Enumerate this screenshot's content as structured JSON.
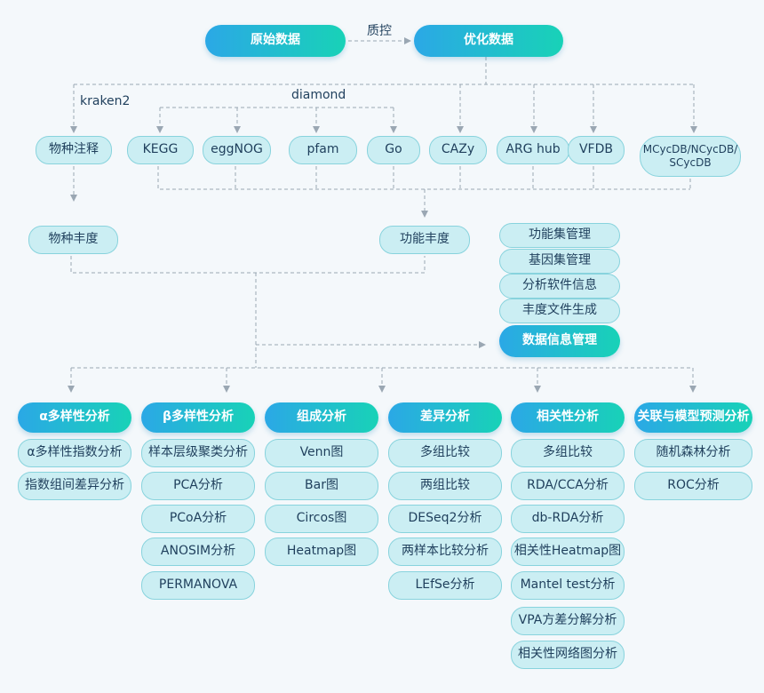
{
  "top": {
    "raw": "原始数据",
    "qc": "质控",
    "opt": "优化数据"
  },
  "labels": {
    "kraken2": "kraken2",
    "diamond": "diamond"
  },
  "dbs": {
    "species_anno": "物种注释",
    "kegg": "KEGG",
    "eggnog": "eggNOG",
    "pfam": "pfam",
    "go": "Go",
    "cazy": "CAZy",
    "arg": "ARG hub",
    "vfdb": "VFDB",
    "mcyc": "MCycDB/NCycDB/ SCycDB"
  },
  "abund": {
    "species": "物种丰度",
    "function": "功能丰度"
  },
  "mgmt": {
    "items": [
      "功能集管理",
      "基因集管理",
      "分析软件信息",
      "丰度文件生成"
    ],
    "header": "数据信息管理"
  },
  "columns": [
    {
      "header": "α多样性分析",
      "items": [
        "α多样性指数分析",
        "指数组间差异分析"
      ]
    },
    {
      "header": "β多样性分析",
      "items": [
        "样本层级聚类分析",
        "PCA分析",
        "PCoA分析",
        "ANOSIM分析",
        "PERMANOVA"
      ]
    },
    {
      "header": "组成分析",
      "items": [
        "Venn图",
        "Bar图",
        "Circos图",
        "Heatmap图"
      ]
    },
    {
      "header": "差异分析",
      "items": [
        "多组比较",
        "两组比较",
        "DESeq2分析",
        "两样本比较分析",
        "LEfSe分析"
      ]
    },
    {
      "header": "相关性分析",
      "items": [
        "多组比较",
        "RDA/CCA分析",
        "db-RDA分析",
        "相关性Heatmap图",
        "Mantel test分析",
        "VPA方差分解分析",
        "相关性网络图分析"
      ]
    },
    {
      "header": "关联与模型预测分析",
      "items": [
        "随机森林分析",
        "ROC分析"
      ]
    }
  ],
  "colors": {
    "line": "#9aa7b3",
    "node_fill": "#cbeef3",
    "node_border": "#88d3dd",
    "header_start": "#2ba8e6",
    "header_end": "#18d2b7"
  }
}
